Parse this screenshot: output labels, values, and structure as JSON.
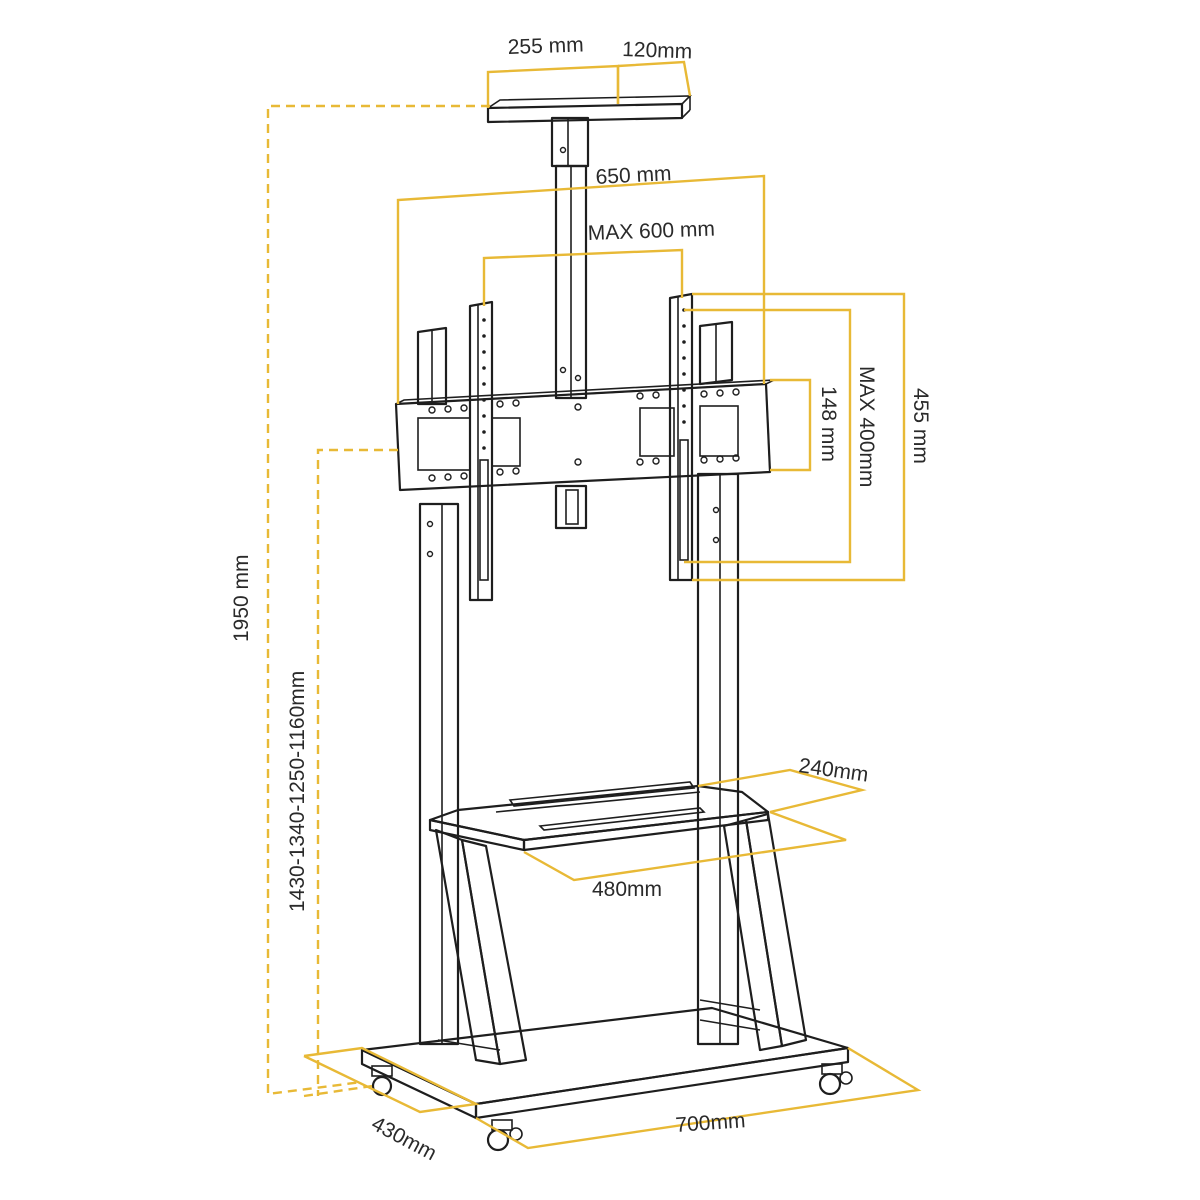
{
  "colors": {
    "dimension": "#e8b936",
    "outline": "#1e1e1e",
    "background": "#ffffff"
  },
  "labels": {
    "tray_width": "255 mm",
    "tray_depth": "120mm",
    "mount_width": "650 mm",
    "vesa_horizontal": "MAX 600 mm",
    "bracket_height": "148 mm",
    "vesa_vertical": "MAX 400mm",
    "arm_height": "455 mm",
    "total_height": "1950 mm",
    "height_settings": "1430-1340-1250-1160mm",
    "shelf_depth": "240mm",
    "shelf_width": "480mm",
    "base_depth": "430mm",
    "base_width": "700mm"
  }
}
